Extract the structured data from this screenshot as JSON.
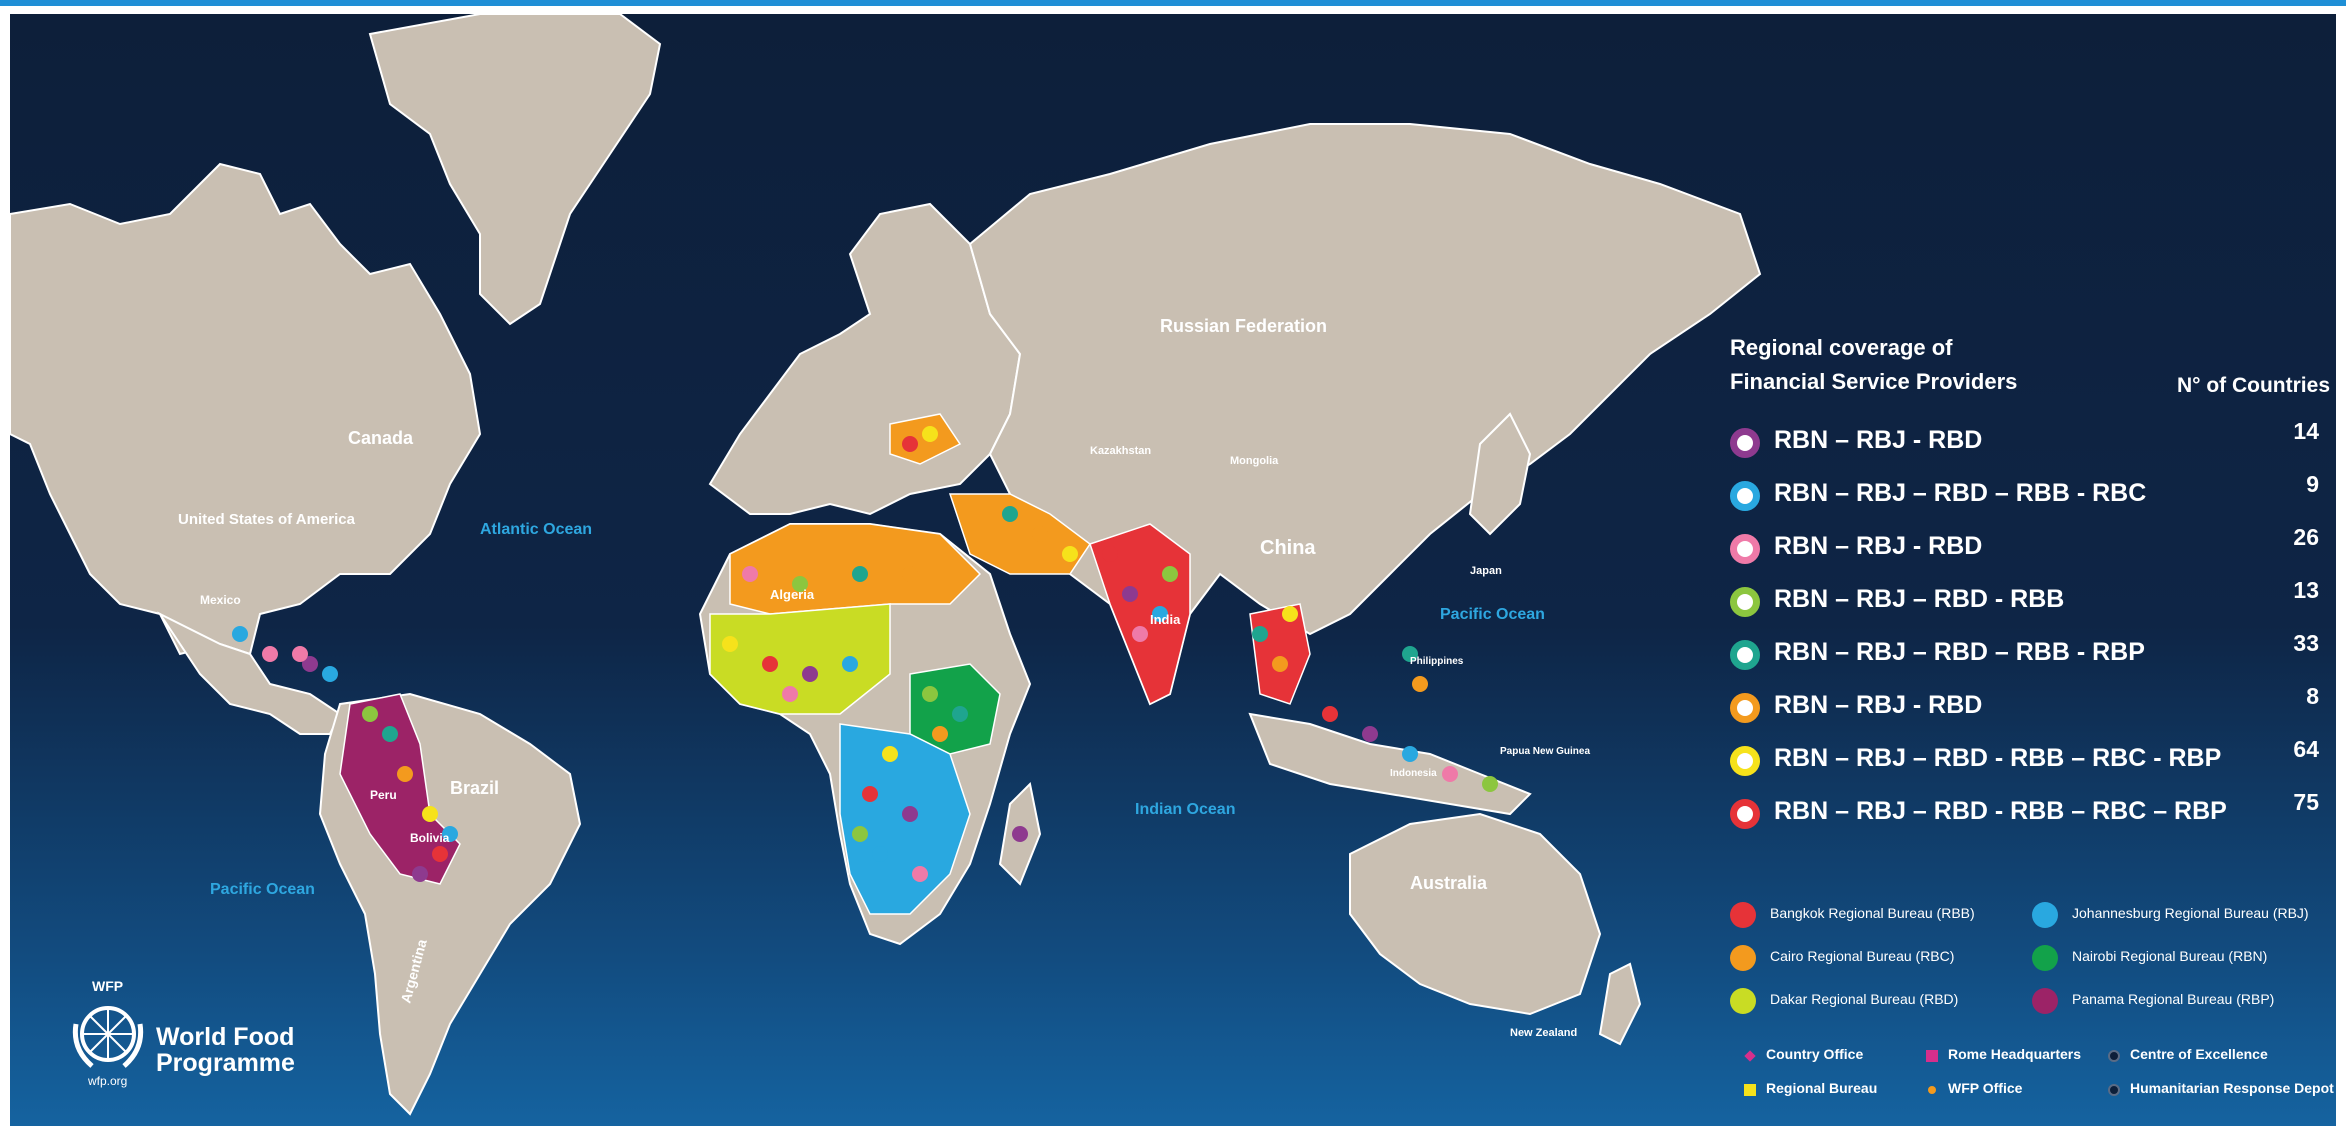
{
  "colors": {
    "accent_bar": "#1f8fd6",
    "ocean_top": "#0d1f3a",
    "ocean_bottom": "#1563a0",
    "land": "#c9bfb2",
    "ocean_label": "#2ea7e0",
    "RBB": "#e63338",
    "RBC": "#f39a1e",
    "RBD": "#c9dc24",
    "RBJ": "#29a8e0",
    "RBN": "#12a24a",
    "RBP": "#9c2367"
  },
  "map_labels": {
    "oceans": [
      "Atlantic Ocean",
      "Pacific Ocean",
      "Pacific Ocean",
      "Indian Ocean"
    ],
    "countries": [
      "Canada",
      "United States of America",
      "Russian Federation",
      "China",
      "Brazil",
      "Australia",
      "Argentina",
      "Kazakhstan",
      "Mongolia",
      "India",
      "Algeria",
      "Peru",
      "Bolivia",
      "Japan",
      "New Zealand",
      "Papua New Guinea",
      "Indonesia",
      "Philippines",
      "Mexico"
    ]
  },
  "legend": {
    "title_line1": "Regional coverage of",
    "title_line2": "Financial Service Providers",
    "count_header": "N° of Countries",
    "coverage": [
      {
        "label": "RBN – RBJ - RBD",
        "count": "14",
        "color": "#8e3a8f"
      },
      {
        "label": "RBN – RBJ – RBD – RBB - RBC",
        "count": "9",
        "color": "#29a8e0"
      },
      {
        "label": "RBN – RBJ - RBD",
        "count": "26",
        "color": "#ef7aa8"
      },
      {
        "label": "RBN – RBJ – RBD - RBB",
        "count": "13",
        "color": "#8cc63f"
      },
      {
        "label": "RBN – RBJ – RBD – RBB - RBP",
        "count": "33",
        "color": "#1fa58f"
      },
      {
        "label": "RBN – RBJ - RBD",
        "count": "8",
        "color": "#f39a1e"
      },
      {
        "label": "RBN – RBJ – RBD - RBB – RBC - RBP",
        "count": "64",
        "color": "#f6e21b"
      },
      {
        "label": "RBN – RBJ – RBD - RBB – RBC – RBP",
        "count": "75",
        "color": "#e63338"
      }
    ],
    "bureaus": [
      {
        "label": "Bangkok Regional Bureau (RBB)",
        "color": "#e63338"
      },
      {
        "label": "Johannesburg Regional Bureau (RBJ)",
        "color": "#29a8e0"
      },
      {
        "label": "Cairo Regional Bureau (RBC)",
        "color": "#f39a1e"
      },
      {
        "label": "Nairobi Regional Bureau (RBN)",
        "color": "#12a24a"
      },
      {
        "label": "Dakar Regional Bureau (RBD)",
        "color": "#c9dc24"
      },
      {
        "label": "Panama Regional Bureau (RBP)",
        "color": "#9c2367"
      }
    ],
    "symbols": [
      {
        "label": "Country Office",
        "color": "#d62f8c",
        "shape": "diamond"
      },
      {
        "label": "Rome Headquarters",
        "color": "#d62f8c",
        "shape": "square"
      },
      {
        "label": "Centre of Excellence",
        "color": "#0d1f3a",
        "shape": "circle-outline"
      },
      {
        "label": "Regional Bureau",
        "color": "#f6e21b",
        "shape": "square"
      },
      {
        "label": "WFP Office",
        "color": "#f39a1e",
        "shape": "dot"
      },
      {
        "label": "Humanitarian Response Depot",
        "color": "#0d1f3a",
        "shape": "circle-outline"
      }
    ]
  },
  "logo": {
    "acronym": "WFP",
    "name_line1": "World Food",
    "name_line2": "Programme",
    "url": "wfp.org"
  }
}
